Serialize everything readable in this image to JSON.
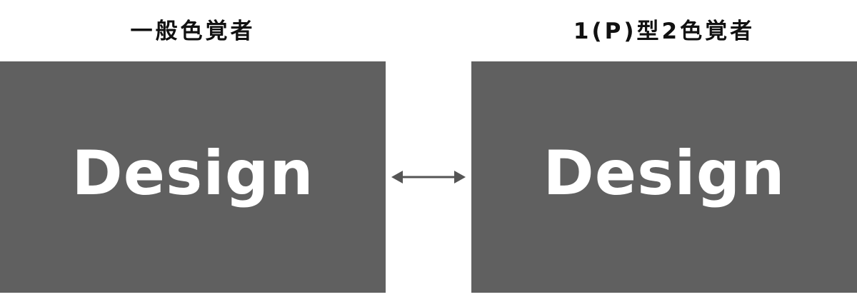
{
  "left": {
    "caption": "一般色覚者",
    "word": "Design",
    "panel_color": "#606060"
  },
  "right": {
    "caption": "1(P)型2色覚者",
    "word": "Design",
    "panel_color": "#606060"
  },
  "connector": {
    "icon": "double-headed-arrow-icon",
    "color": "#555555"
  }
}
